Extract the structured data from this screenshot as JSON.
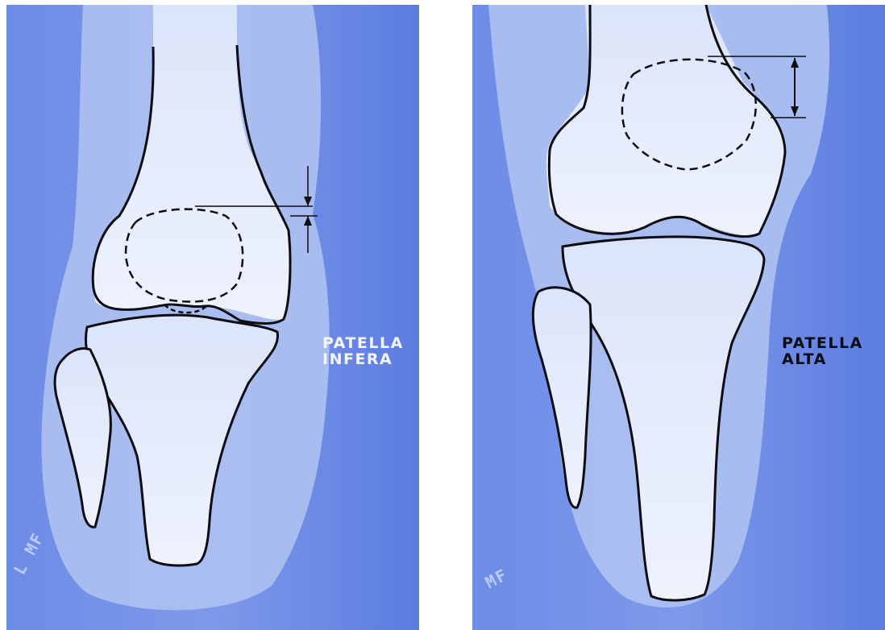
{
  "panels": [
    {
      "caption_line1": "PATELLA",
      "caption_line2": "INFERA",
      "film_marker": "L MF",
      "caption_color": "#f4f7ff"
    },
    {
      "caption_line1": "PATELLA",
      "caption_line2": "ALTA",
      "film_marker": "MF",
      "caption_color": "#0a0a14"
    }
  ],
  "colors": {
    "film_background": "#5f7fe0",
    "soft_tissue": "#a8bdf0",
    "bone": "#e4ebfb",
    "outline": "#0c0c12"
  }
}
